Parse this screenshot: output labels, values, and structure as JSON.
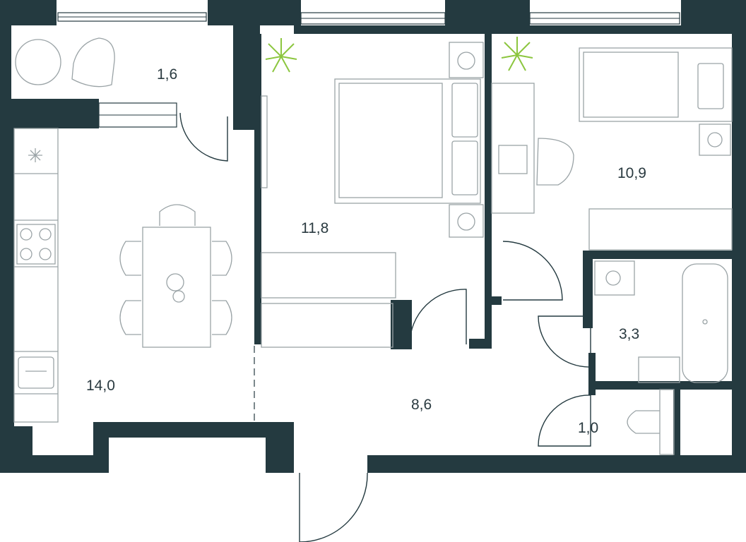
{
  "rooms": {
    "balcony": "1,6",
    "bedroom_main": "11,8",
    "bedroom_second": "10,9",
    "kitchen_living": "14,0",
    "hall": "8,6",
    "bathroom": "3,3",
    "toilet": "1,0"
  },
  "colors": {
    "wall": "#243a40",
    "furniture": "#9aa3a6",
    "plant": "#8cc63f"
  }
}
